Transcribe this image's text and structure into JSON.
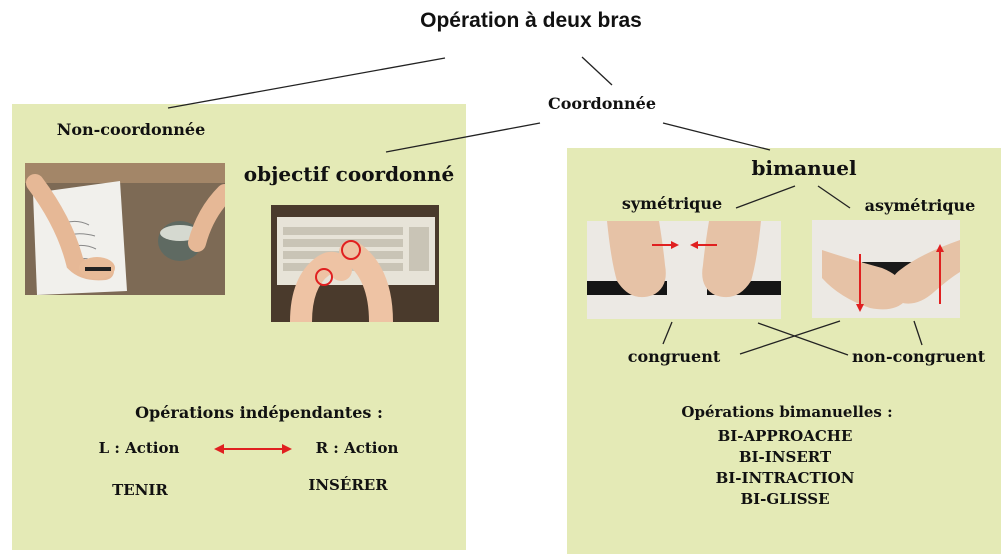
{
  "title": "Opération à deux bras",
  "root_children": {
    "non_coordinated": "Non-coordonnée",
    "coordinated": "Coordonnée"
  },
  "coordinated_children": {
    "goal_coordinated": "objectif coordonné",
    "bimanual": "bimanuel"
  },
  "bimanual_children": {
    "symmetric": "symétrique",
    "asymmetric": "asymétrique"
  },
  "cross_labels": {
    "congruent": "congruent",
    "non_congruent": "non-congruent"
  },
  "independent_ops": {
    "heading": "Opérations indépendantes :",
    "left_action": "L : Action",
    "right_action": "R : Action",
    "left_op": "TENIR",
    "right_op": "INSÉRER"
  },
  "bimanual_ops": {
    "heading": "Opérations bimanuelles :",
    "items": [
      "BI-APPROACHE",
      "BI-INSERT",
      "BI-INTRACTION",
      "BI-GLISSE"
    ]
  },
  "colors": {
    "panel": "#e4eab6",
    "annotation_red": "#e02020",
    "text": "#111111"
  }
}
